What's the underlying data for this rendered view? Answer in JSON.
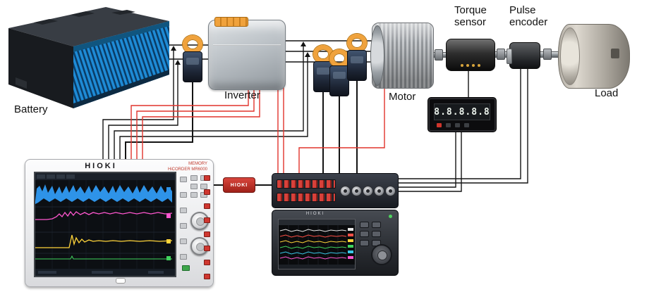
{
  "labels": {
    "battery": "Battery",
    "inverter": "Inverter",
    "motor": "Motor",
    "torque_sensor_line1": "Torque",
    "torque_sensor_line2": "sensor",
    "pulse_encoder_line1": "Pulse",
    "pulse_encoder_line2": "encoder",
    "load": "Load"
  },
  "panel_meter": {
    "display_value": "8.8.8.8.8"
  },
  "memory_recorder": {
    "brand": "HIOKI",
    "model_text": "MEMORY HiCORDER MR6000"
  },
  "adapter": {
    "brand": "HIOKI"
  },
  "data_logger": {
    "brand": "HIOKI"
  },
  "colors": {
    "wire_black": "#141414",
    "wire_red": "#e0342c",
    "clamp_orange": "#f0a23c",
    "battery_fin_blue": "#1e8bd6",
    "brand_red": "#c0392b",
    "trace_blue": "#2e93e8",
    "trace_magenta": "#ff57cf",
    "trace_yellow": "#ffd43a",
    "trace_green": "#41d45e"
  }
}
